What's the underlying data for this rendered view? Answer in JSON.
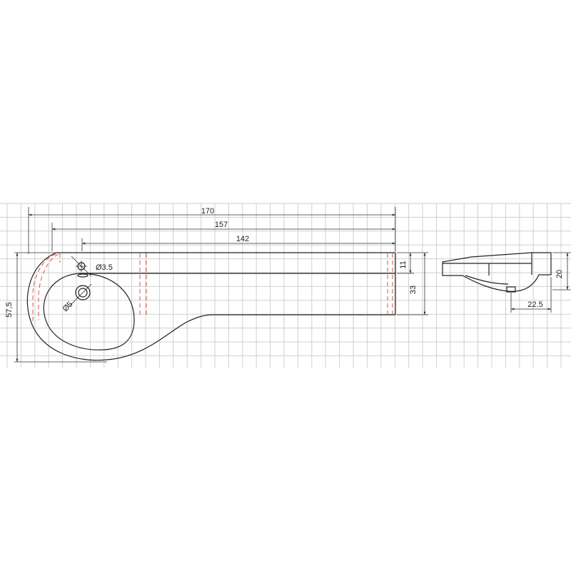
{
  "labels": {
    "overall_length": "170",
    "length_2": "157",
    "length_3": "142",
    "overall_width": "57,5",
    "front_depth": "11",
    "side_depth": "33",
    "tap_hole": "Ø3.5",
    "drain_hole": "Ø5",
    "height": "20",
    "drain_offset": "22.5"
  }
}
